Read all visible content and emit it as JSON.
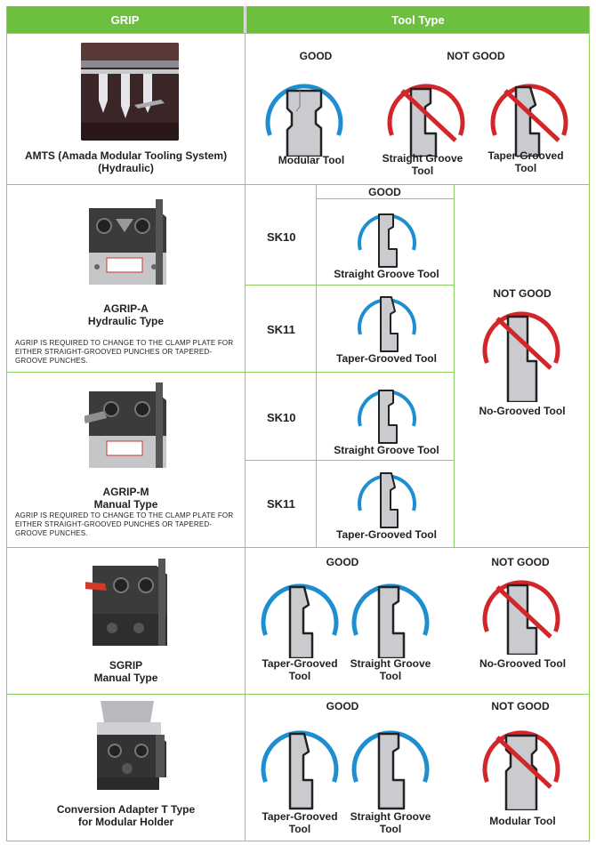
{
  "header": {
    "grip": "GRIP",
    "tool_type": "Tool Type"
  },
  "colors": {
    "header_green": "#6dbf3f",
    "grid_green": "#8ccf5f",
    "good_blue": "#1d8fd1",
    "not_good_red": "#d3262a"
  },
  "rows": {
    "amts": {
      "name": "AMTS (Amada Modular Tooling System) (Hydraulic)",
      "good_label": "GOOD",
      "not_good_label": "NOT GOOD",
      "tools": [
        "Modular Tool",
        "Straight Groove Tool",
        "Taper-Grooved Tool"
      ]
    },
    "agrip_a": {
      "name_line1": "AGRIP-A",
      "name_line2": "Hydraulic Type",
      "note": "AGRIP IS REQUIRED TO CHANGE TO THE CLAMP PLATE FOR EITHER STRAIGHT-GROOVED PUNCHES OR TAPERED-GROOVE PUNCHES.",
      "sk10": "SK10",
      "sk11": "SK11",
      "tool_sk10": "Straight Groove Tool",
      "tool_sk11": "Taper-Grooved Tool"
    },
    "agrip_m": {
      "name_line1": "AGRIP-M",
      "name_line2": "Manual Type",
      "note": "AGRIP IS REQUIRED TO CHANGE TO THE CLAMP PLATE FOR EITHER STRAIGHT-GROOVED PUNCHES OR TAPERED-GROOVE PUNCHES.",
      "sk10": "SK10",
      "sk11": "SK11",
      "tool_sk10": "Straight Groove Tool",
      "tool_sk11": "Taper-Grooved Tool"
    },
    "agrip_shared": {
      "good_label": "GOOD",
      "not_good_label": "NOT GOOD",
      "not_good_tool": "No-Grooved Tool"
    },
    "sgrip": {
      "name_line1": "SGRIP",
      "name_line2": "Manual Type",
      "good_label": "GOOD",
      "not_good_label": "NOT GOOD",
      "tools": [
        "Taper-Grooved Tool",
        "Straight Groove Tool",
        "No-Grooved Tool"
      ]
    },
    "conversion": {
      "name_line1": "Conversion Adapter T Type",
      "name_line2": "for Modular Holder",
      "good_label": "GOOD",
      "not_good_label": "NOT GOOD",
      "tools": [
        "Taper-Grooved Tool",
        "Straight Groove Tool",
        "Modular Tool"
      ]
    }
  }
}
